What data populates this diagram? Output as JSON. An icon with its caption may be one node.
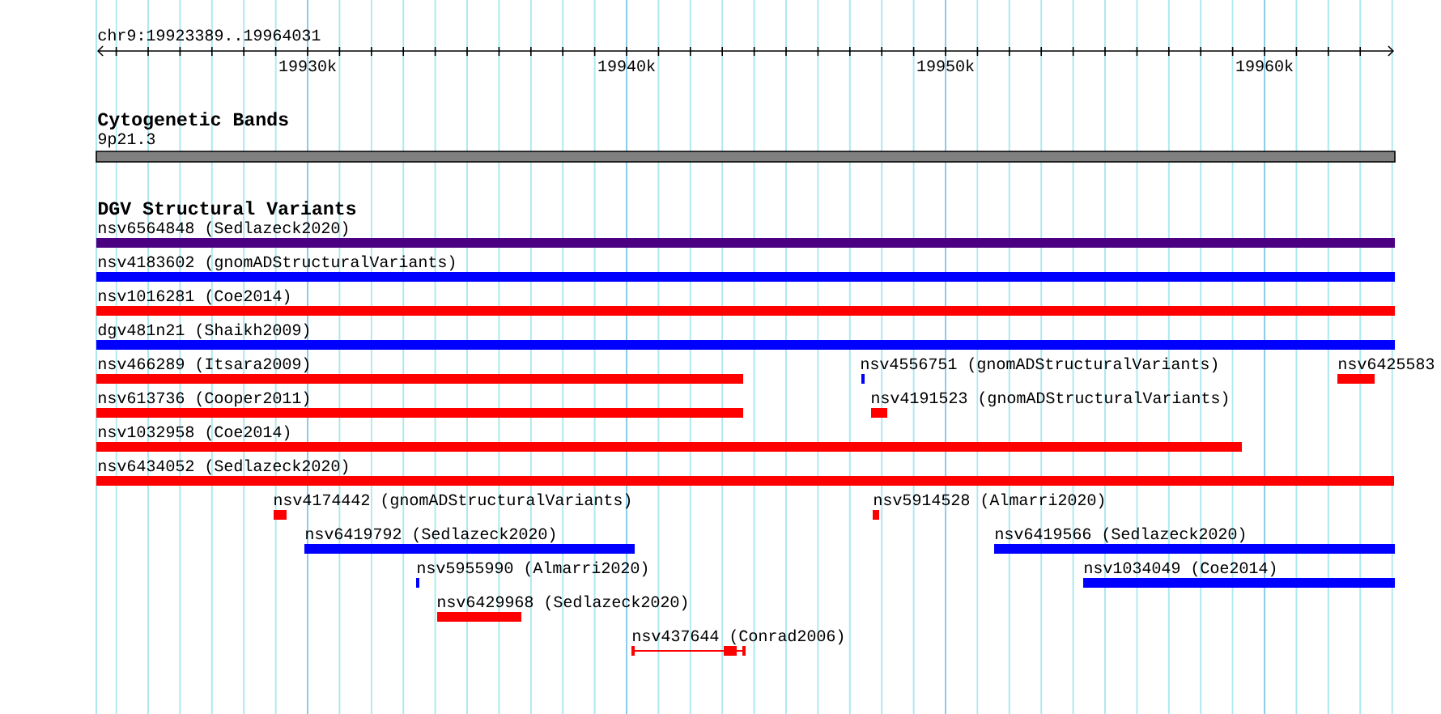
{
  "diagram": {
    "nodes": [
      {
        "text": [
          "9p21.3"
        ]
      },
      {
        "text": [
          "nsv6564848 (Sedlazeck2020)"
        ]
      },
      {
        "text": [
          "nsv4183602 (gnomADStructuralVariants)"
        ]
      },
      {
        "text": [
          "nsv1016281 (Coe2014)"
        ]
      },
      {
        "text": [
          "dgv481n21 (Shaikh2009)"
        ]
      },
      {
        "text": [
          "nsv466289 (Itsara2009)"
        ]
      },
      {
        "text": [
          "nsv4556751 (gnomADStructuralVariants)"
        ]
      },
      {
        "text": [
          "nsv6425583"
        ]
      },
      {
        "text": [
          "nsv613736 (Cooper2011)"
        ]
      },
      {
        "text": [
          "nsv4191523 (gnomADStructuralVariants)"
        ]
      },
      {
        "text": [
          "nsv1032958 (Coe2014)"
        ]
      },
      {
        "text": [
          "nsv6434052 (Sedlazeck2020)"
        ]
      },
      {
        "text": [
          "nsv4174442 (gnomADStructuralVariants)"
        ]
      },
      {
        "text": [
          "nsv5914528 (Almarri2020)"
        ]
      },
      {
        "text": [
          "nsv6419792 (Sedlazeck2020)"
        ]
      },
      {
        "text": [
          "nsv6419566 (Sedlazeck2020)"
        ]
      },
      {
        "text": [
          "nsv5955990 (Almarri2020)"
        ]
      },
      {
        "text": [
          "nsv1034049 (Coe2014)"
        ]
      },
      {
        "text": [
          "nsv6429968 (Sedlazeck2020)"
        ]
      },
      {
        "text": [
          "nsv437644 (Conrad2006)"
        ]
      }
    ],
    "labels": [
      "chr9:19923389..19964031",
      "19930k",
      "19940k",
      "19950k",
      "19960k",
      "Cytogenetic Bands",
      "DGV Structural Variants"
    ]
  }
}
